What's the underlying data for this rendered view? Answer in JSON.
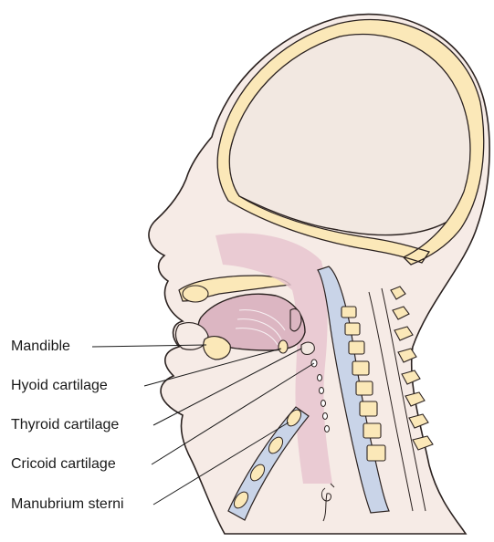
{
  "labels": {
    "mandible": "Mandible",
    "hyoid": "Hyoid cartilage",
    "thyroid": "Thyroid cartilage",
    "cricoid": "Cricoid cartilage",
    "manubrium": "Manubrium sterni"
  },
  "colors": {
    "skin_fill": "#f6ebe6",
    "bone_fill": "#fbe8b8",
    "outline": "#2b2220",
    "mucosa_fill": "#dcb6c2",
    "airway_fill": "#c9d4e8",
    "tongue_fill": "#e9c5cf"
  }
}
